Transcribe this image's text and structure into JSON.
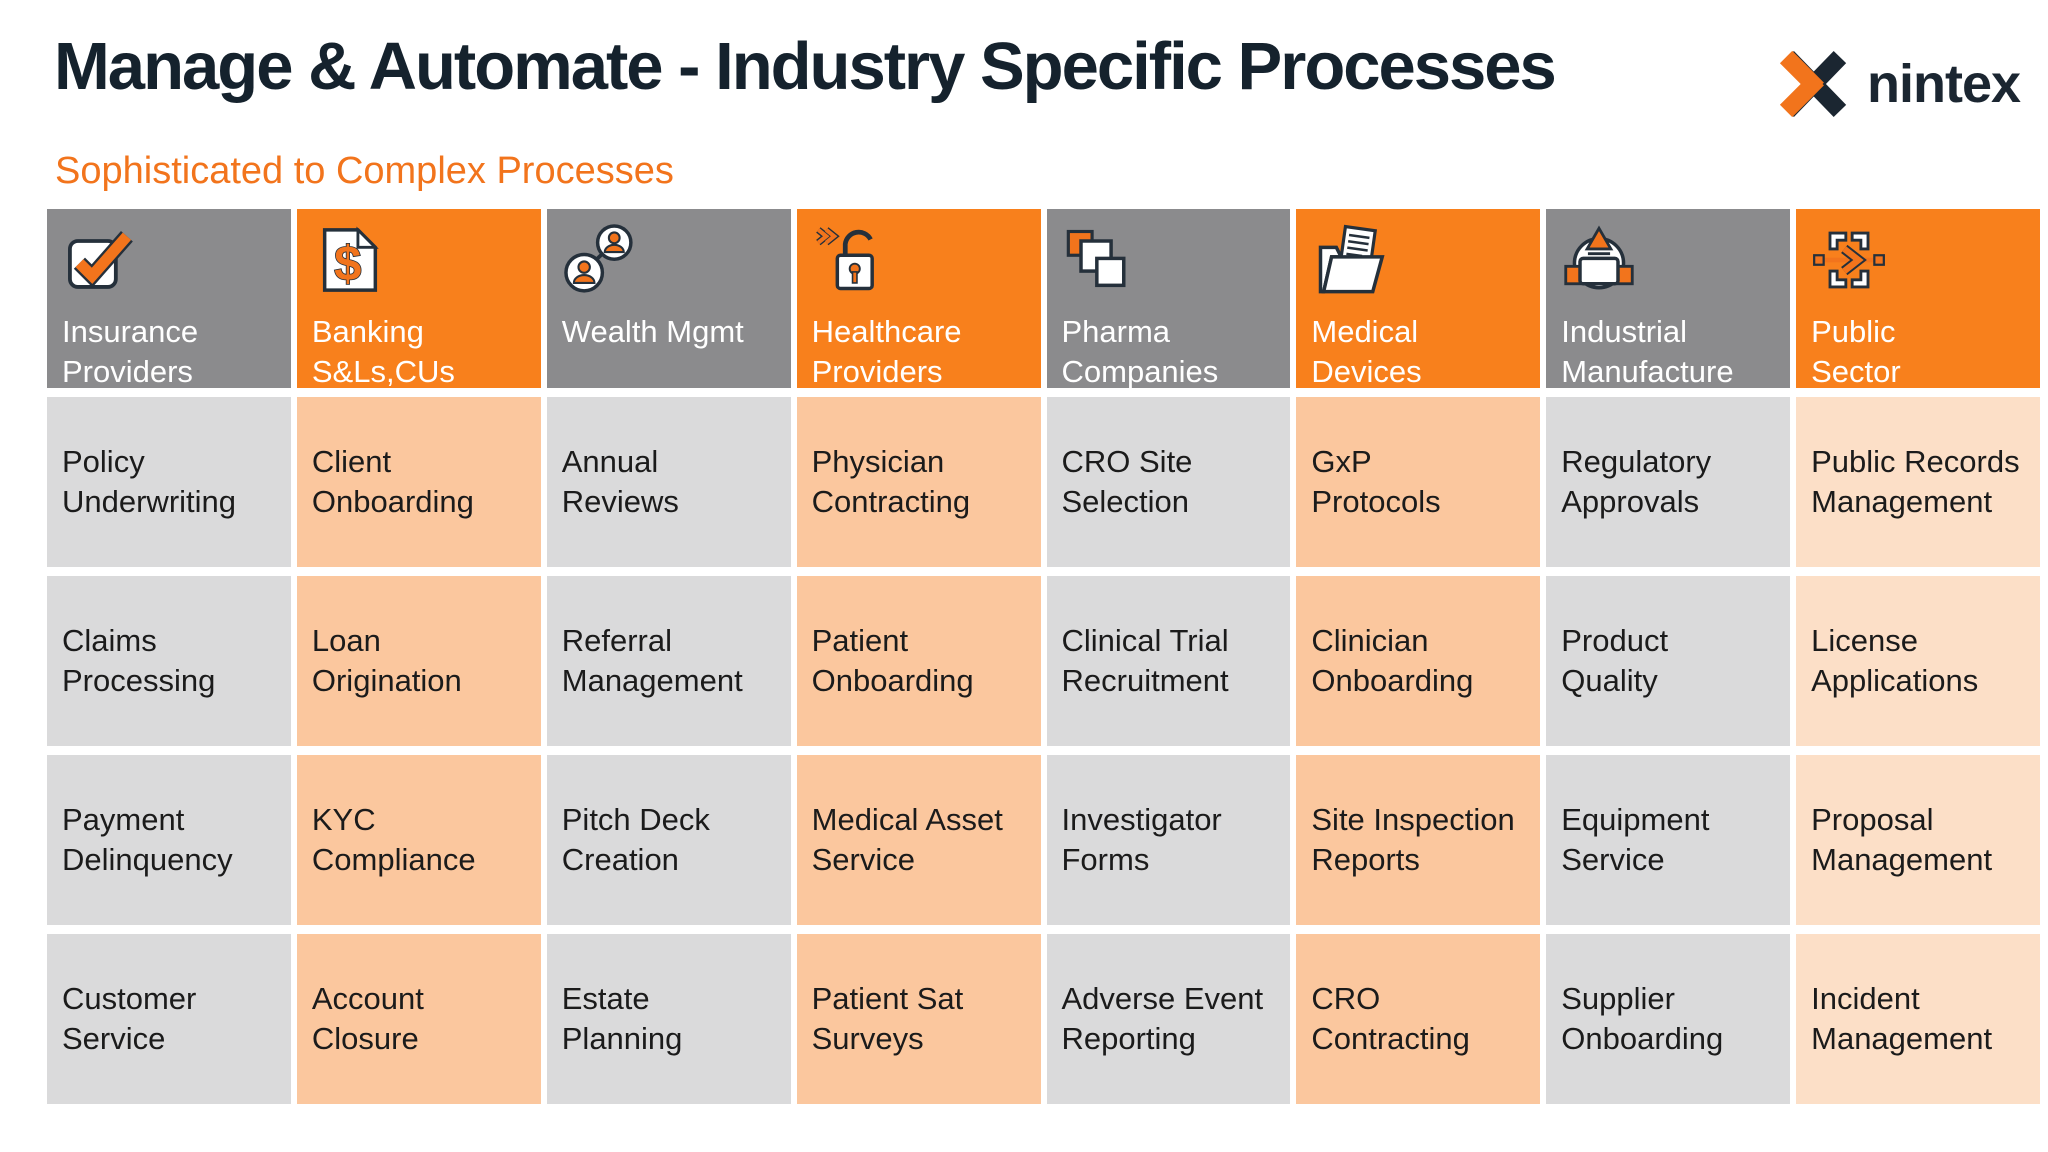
{
  "header": {
    "title": "Manage & Automate - Industry Specific Processes",
    "subtitle": "Sophisticated to Complex Processes",
    "logo_text": "nintex",
    "logo_icon": "nintex-x-icon"
  },
  "colors": {
    "title_text": "#15222D",
    "accent": "#F2741C",
    "header_orange": "#F8801C",
    "header_gray": "#8B8B8D",
    "cell_gray": "#DADADB",
    "cell_peach": "#FBC79E",
    "cell_peach_light": "#FCDFC7",
    "body_text": "#1B1B1B"
  },
  "columns": [
    {
      "label": "Insurance\nProviders",
      "variant": "gray",
      "cell_variant": "gray",
      "icon": "checkbox-icon",
      "items": [
        "Policy\nUnderwriting",
        "Claims\nProcessing",
        "Payment\nDelinquency",
        "Customer\nService"
      ]
    },
    {
      "label": "Banking\nS&Ls,CUs",
      "variant": "orange",
      "cell_variant": "peach",
      "icon": "dollar-document-icon",
      "items": [
        "Client\nOnboarding",
        "Loan\nOrigination",
        "KYC\nCompliance",
        "Account\nClosure"
      ]
    },
    {
      "label": "Wealth Mgmt",
      "variant": "gray",
      "cell_variant": "gray",
      "icon": "people-network-icon",
      "items": [
        "Annual\nReviews",
        "Referral\nManagement",
        "Pitch Deck\nCreation",
        "Estate\nPlanning"
      ]
    },
    {
      "label": "Healthcare\nProviders",
      "variant": "orange",
      "cell_variant": "peach",
      "icon": "open-padlock-icon",
      "items": [
        "Physician\nContracting",
        "Patient\nOnboarding",
        "Medical Asset\nService",
        "Patient Sat\nSurveys"
      ]
    },
    {
      "label": "Pharma\nCompanies",
      "variant": "gray",
      "cell_variant": "gray",
      "icon": "overlapping-squares-icon",
      "items": [
        "CRO Site\nSelection",
        "Clinical Trial\nRecruitment",
        "Investigator\nForms",
        "Adverse Event\nReporting"
      ]
    },
    {
      "label": "Medical\nDevices",
      "variant": "orange",
      "cell_variant": "peach",
      "icon": "folder-document-icon",
      "items": [
        "GxP\nProtocols",
        "Clinician\nOnboarding",
        "Site Inspection\nReports",
        "CRO\nContracting"
      ]
    },
    {
      "label": "Industrial\nManufacture",
      "variant": "gray",
      "cell_variant": "gray",
      "icon": "machine-icon",
      "items": [
        "Regulatory\nApprovals",
        "Product\nQuality",
        "Equipment\nService",
        "Supplier\nOnboarding"
      ]
    },
    {
      "label": "Public\nSector",
      "variant": "orange",
      "cell_variant": "peach-light",
      "icon": "process-flow-icon",
      "items": [
        "Public Records\nManagement",
        "License\nApplications",
        "Proposal\nManagement",
        "Incident\nManagement"
      ]
    }
  ]
}
